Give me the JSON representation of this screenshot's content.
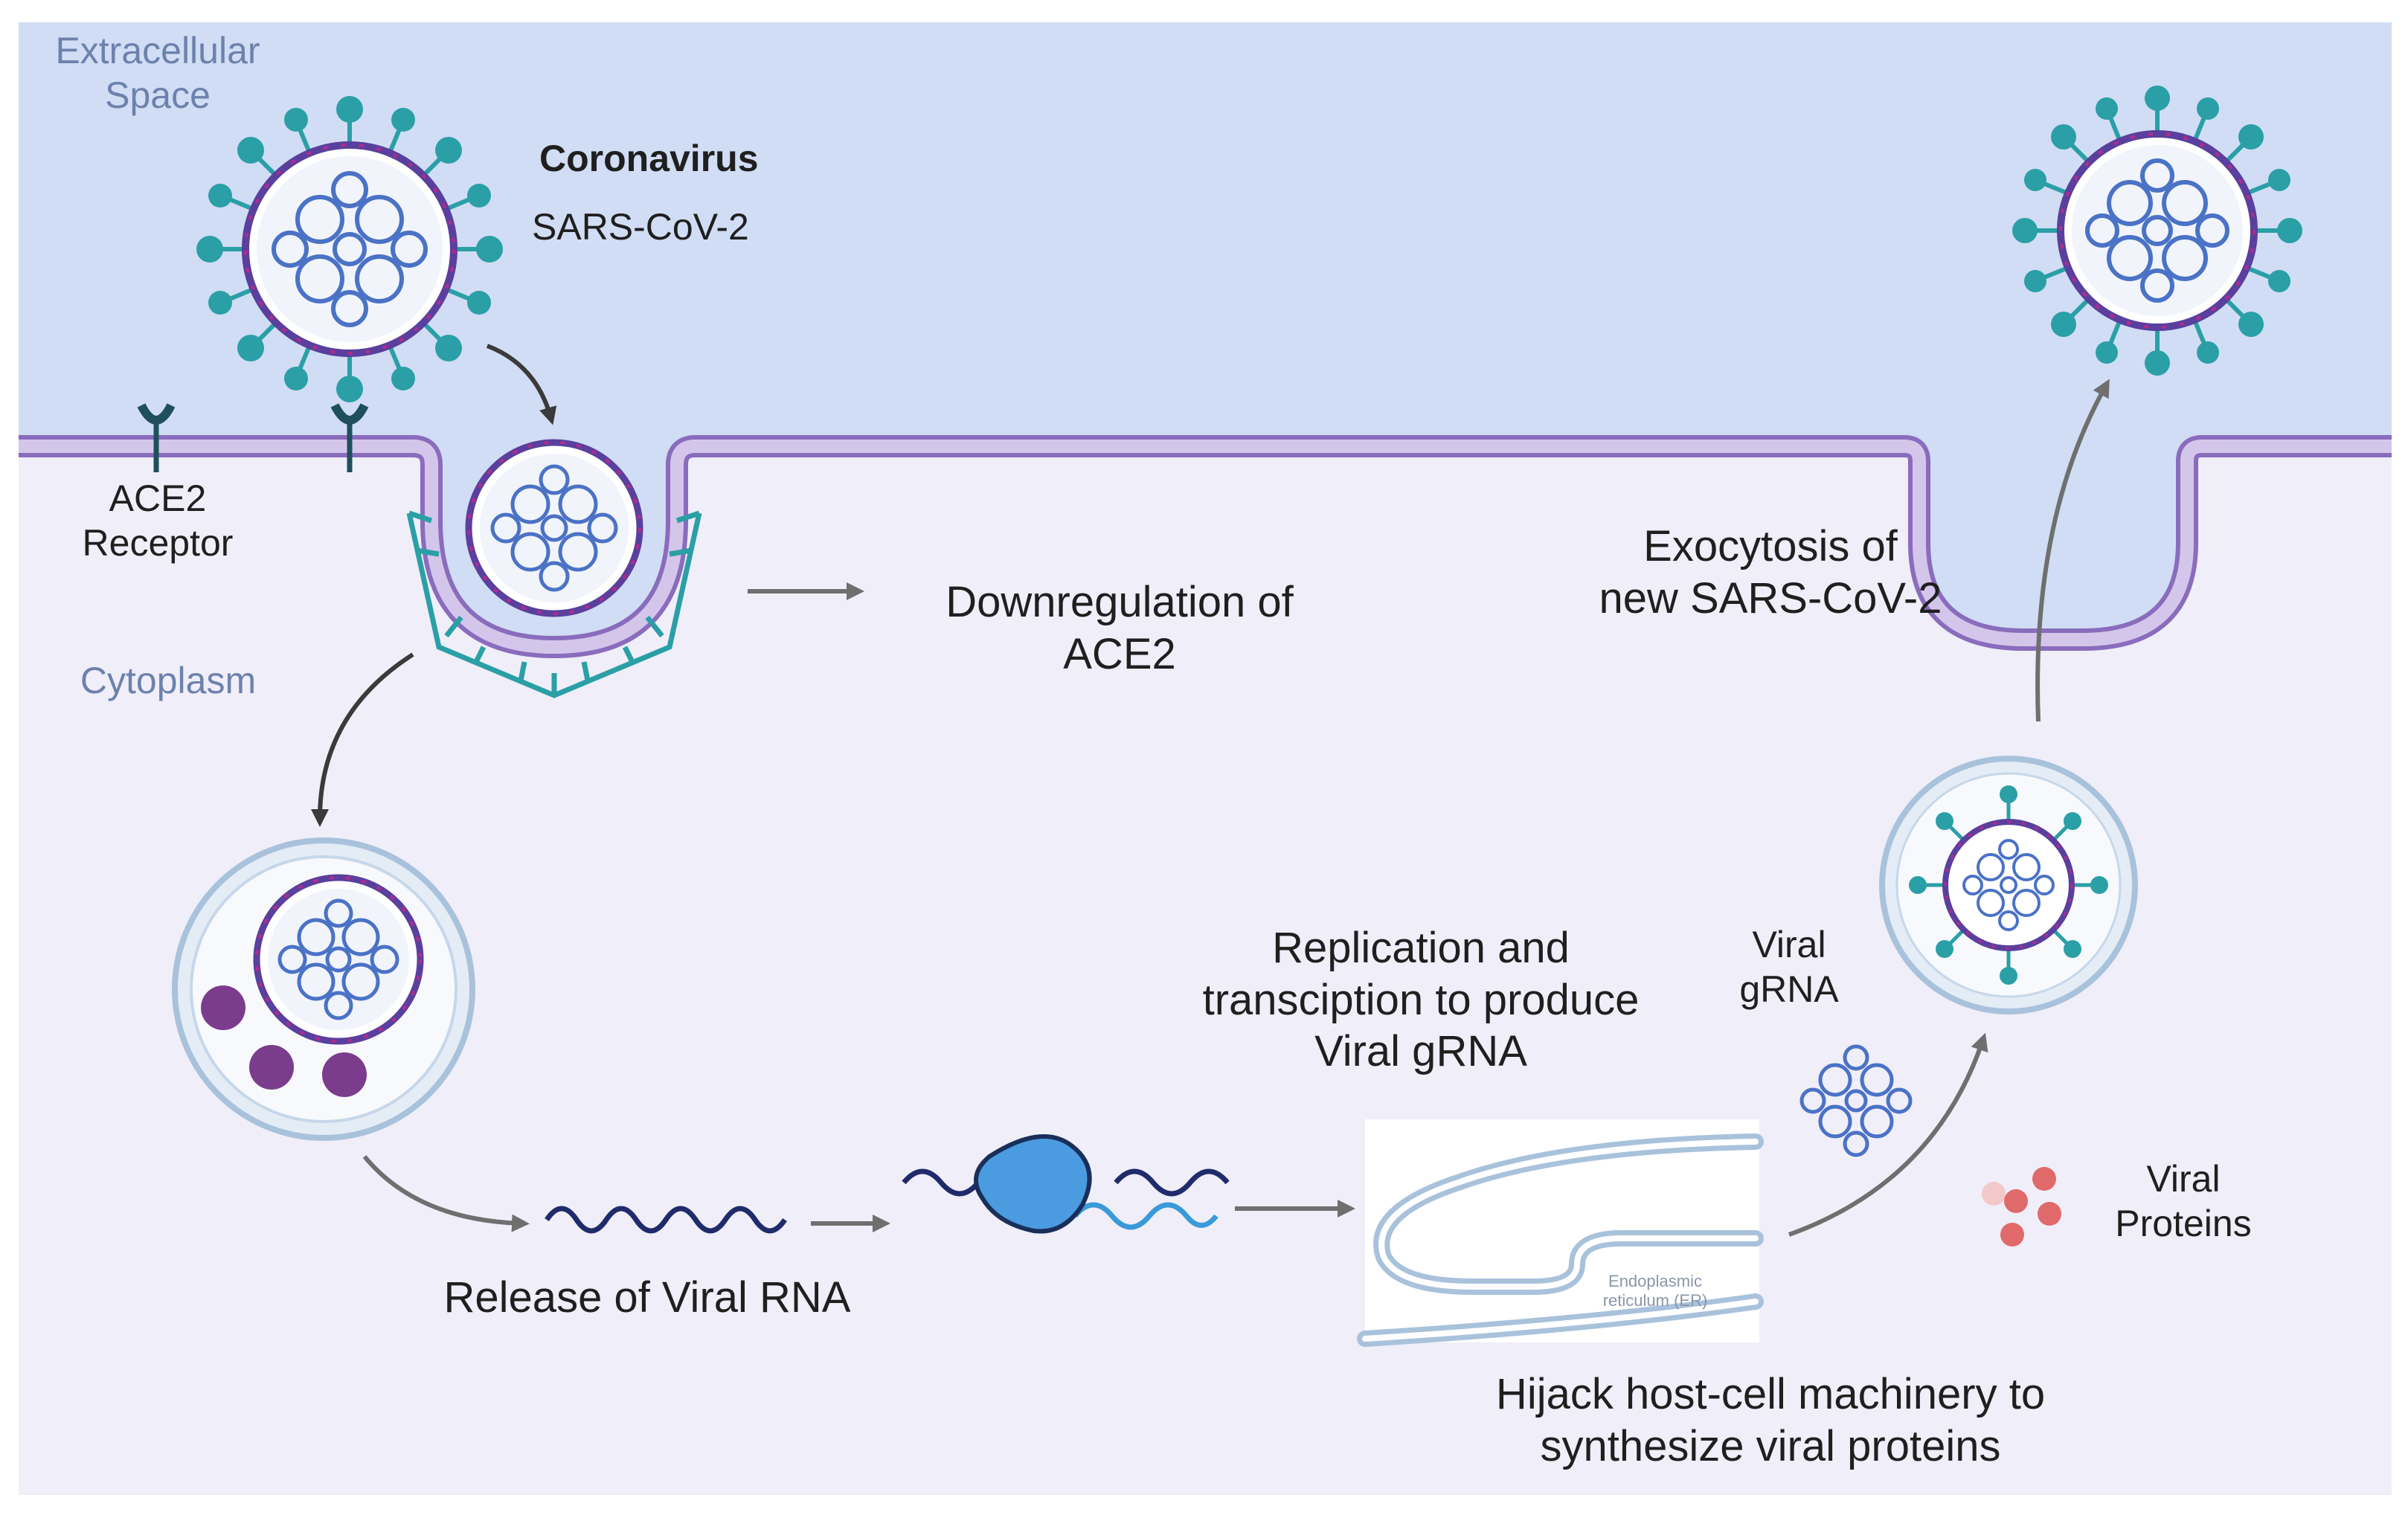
{
  "colors": {
    "extracellular": "#d0ddf4",
    "cytoplasm": "#f0eef8",
    "membrane": "#c8b6e2",
    "membrane_edge": "#8a6cbd",
    "clathrin": "#2a9fa6",
    "spike": "#2a9fa6",
    "rna_dark": "#1f2b6b",
    "rna_light": "#3a9ad9",
    "ribosome": "#4a9be0",
    "virus_core": "#4a72c6",
    "lysosome": "#7b3c8e",
    "protein": "#e06a6a",
    "arrow": "#6f6f6f"
  },
  "labels": {
    "extracellular": "Extracellular\nSpace",
    "cytoplasm": "Cytoplasm",
    "virus_title": "Coronavirus",
    "virus_name": "SARS-CoV-2",
    "receptor": "ACE2\nReceptor",
    "downregulation": "Downregulation of\nACE2",
    "release": "Release of Viral RNA",
    "replication": "Replication and\ntransciption to produce\nViral gRNA",
    "viral_grna": "Viral\ngRNA",
    "viral_proteins": "Viral\nProteins",
    "er": "Endoplasmic\nreticulum (ER)",
    "hijack": "Hijack host-cell machinery to\nsynthesize viral proteins",
    "exocytosis": "Exocytosis of\nnew SARS-CoV-2"
  },
  "icons": [
    "coronavirus-icon",
    "ace2-receptor-icon",
    "clathrin-coat-icon",
    "endosome-icon",
    "lysosome-icon",
    "viral-rna-icon",
    "ribosome-icon",
    "endoplasmic-reticulum-icon",
    "viral-protein-icon",
    "vesicle-icon"
  ]
}
